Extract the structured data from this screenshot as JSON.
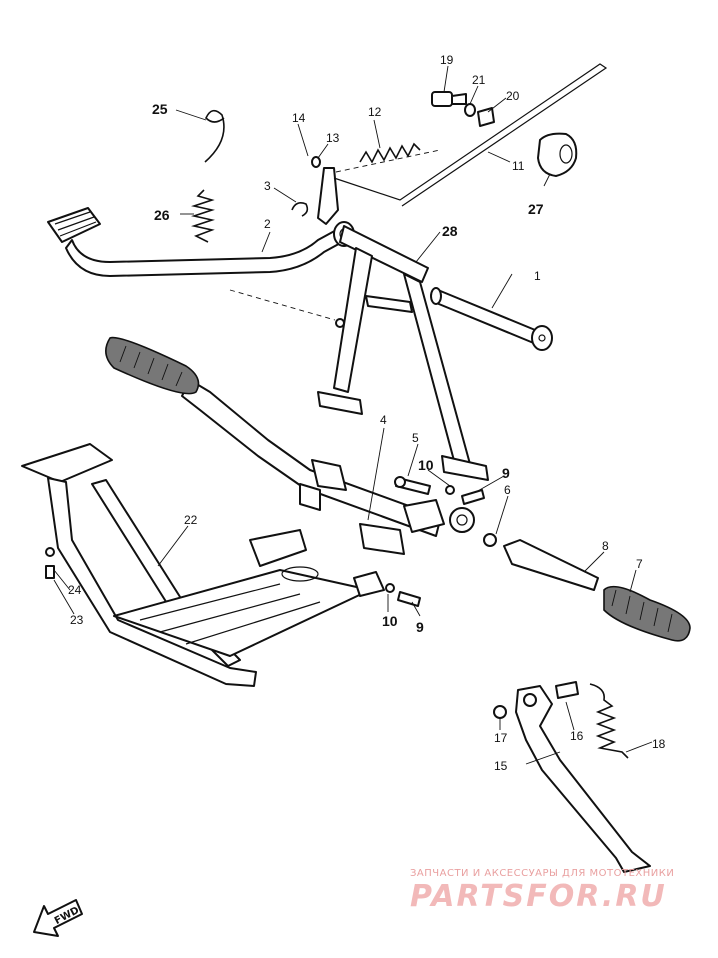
{
  "parts": [
    {
      "id": "1",
      "label": "1"
    },
    {
      "id": "2",
      "label": "2"
    },
    {
      "id": "3",
      "label": "3"
    },
    {
      "id": "4",
      "label": "4"
    },
    {
      "id": "5",
      "label": "5"
    },
    {
      "id": "6",
      "label": "6"
    },
    {
      "id": "7",
      "label": "7"
    },
    {
      "id": "8",
      "label": "8"
    },
    {
      "id": "9a",
      "label": "9"
    },
    {
      "id": "9b",
      "label": "9"
    },
    {
      "id": "10a",
      "label": "10"
    },
    {
      "id": "10b",
      "label": "10"
    },
    {
      "id": "11",
      "label": "11"
    },
    {
      "id": "12",
      "label": "12"
    },
    {
      "id": "13",
      "label": "13"
    },
    {
      "id": "14",
      "label": "14"
    },
    {
      "id": "15",
      "label": "15"
    },
    {
      "id": "16",
      "label": "16"
    },
    {
      "id": "17",
      "label": "17"
    },
    {
      "id": "18",
      "label": "18"
    },
    {
      "id": "19",
      "label": "19"
    },
    {
      "id": "20",
      "label": "20"
    },
    {
      "id": "21",
      "label": "21"
    },
    {
      "id": "22",
      "label": "22"
    },
    {
      "id": "23",
      "label": "23"
    },
    {
      "id": "24",
      "label": "24"
    },
    {
      "id": "25",
      "label": "25"
    },
    {
      "id": "26",
      "label": "26"
    },
    {
      "id": "27",
      "label": "27"
    },
    {
      "id": "28",
      "label": "28"
    }
  ],
  "direction_marker": "FWD",
  "watermark": {
    "tagline": "ЗАПЧАСТИ И АКСЕССУАРЫ ДЛЯ МОТОТЕХНИКИ",
    "brand": "PARTSFOR.RU"
  },
  "colors": {
    "line": "#111111",
    "watermark": "#e9a0a0",
    "background": "#ffffff"
  }
}
